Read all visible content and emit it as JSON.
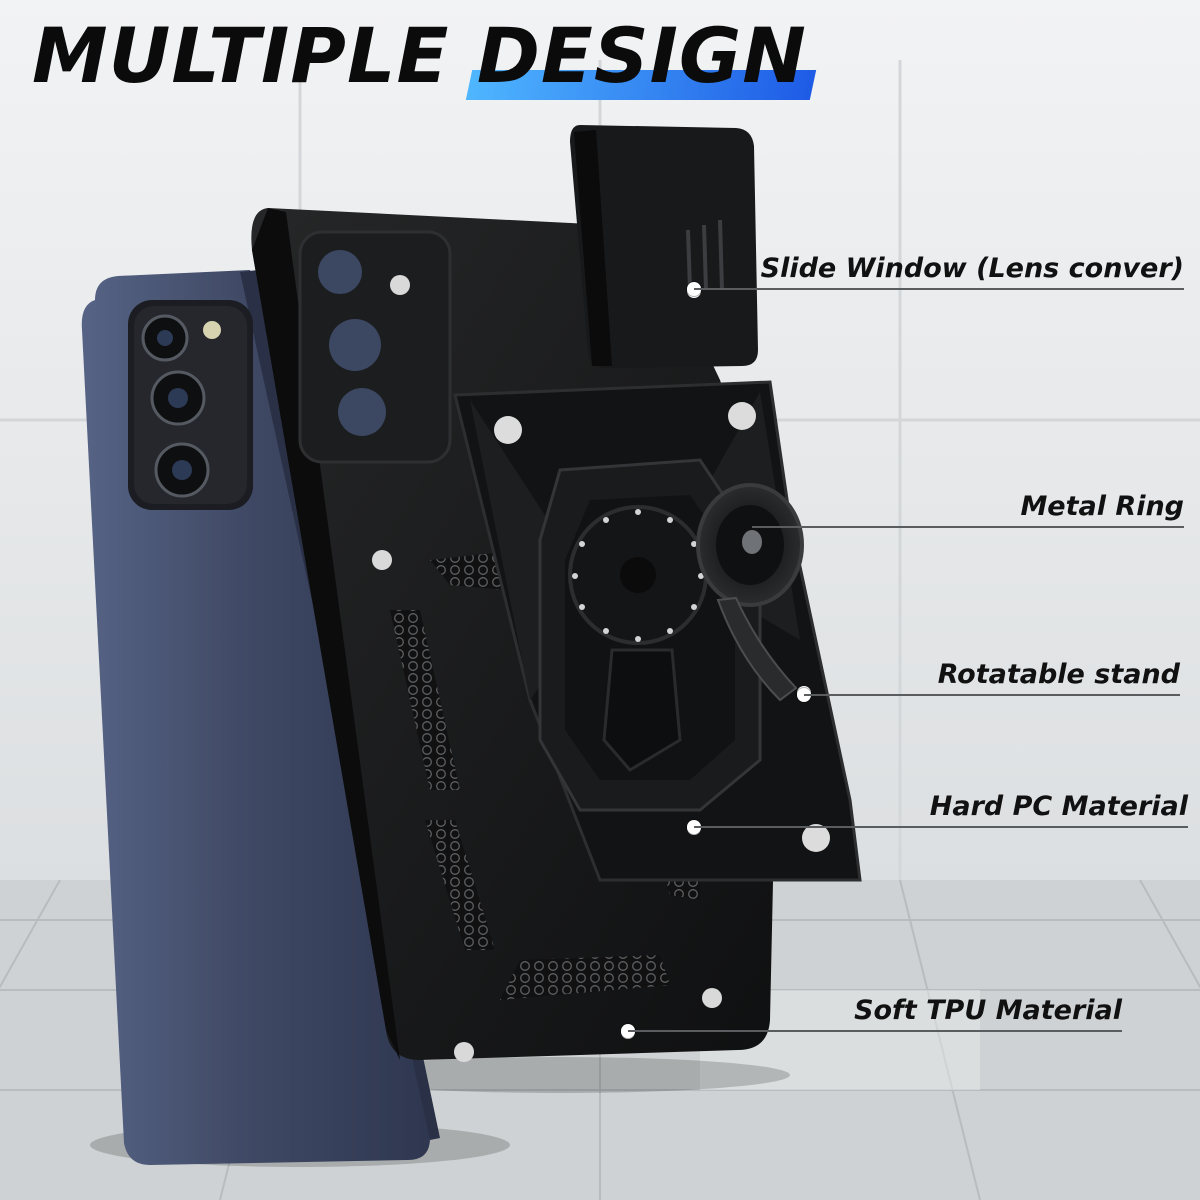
{
  "headline": {
    "word1": "MULTIPLE",
    "word2": "DESIGN",
    "highlight_colors": [
      "#4fb6ff",
      "#1e5be6"
    ]
  },
  "features": [
    {
      "label": "Slide Window (Lens conver)"
    },
    {
      "label": "Metal Ring"
    },
    {
      "label": "Rotatable stand"
    },
    {
      "label": "Hard PC Material"
    },
    {
      "label": "Soft TPU Material"
    }
  ],
  "colors": {
    "phone_body": "#3e4863",
    "case_black": "#161718",
    "line": "#5a5d60",
    "dot": "#ffffff"
  }
}
